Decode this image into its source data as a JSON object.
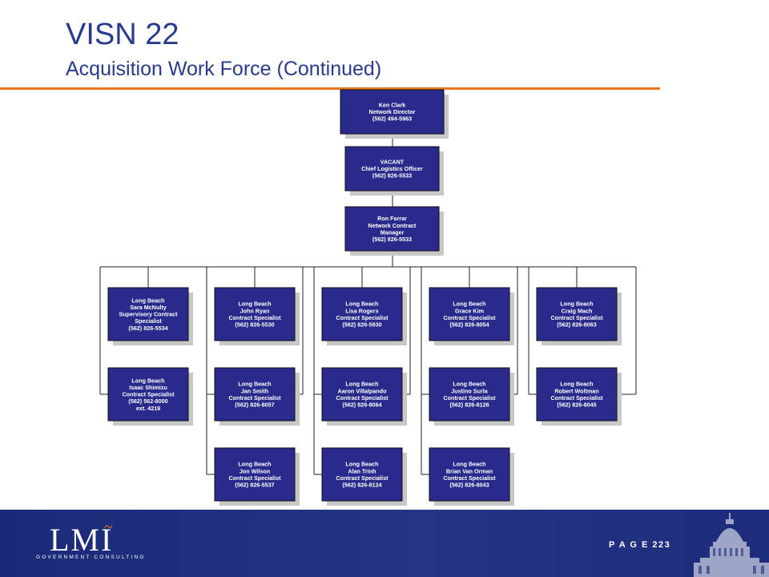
{
  "header": {
    "title": "VISN 22",
    "subtitle": "Acquisition Work Force (Continued)"
  },
  "org_chart": {
    "top": [
      {
        "id": "ken-clark",
        "lines": [
          "Ken Clark",
          "Network Director",
          "(562) 494-5963"
        ]
      },
      {
        "id": "vacant-clo",
        "lines": [
          "VACANT",
          "Chief Logistics Officer",
          "(562) 826-5533"
        ]
      },
      {
        "id": "ron-farrar",
        "lines": [
          "Ron Farrar",
          "Network Contract",
          "Manager",
          "(562) 826-5533"
        ]
      }
    ],
    "columns": [
      [
        {
          "id": "sara-mcnulty",
          "lines": [
            "Long Beach",
            "Sara McNulty",
            "Supervisory Contract",
            "Specialist",
            "(562) 826-5534"
          ]
        },
        {
          "id": "isaac-shimizu",
          "lines": [
            "Long Beach",
            "Isaac Shimizu",
            "Contract Specialist",
            "(562) 562-8000",
            "ext. 4219"
          ]
        }
      ],
      [
        {
          "id": "john-ryan",
          "lines": [
            "Long Beach",
            "John Ryan",
            "Contract Specialist",
            "(562) 826-5530"
          ]
        },
        {
          "id": "jan-smith",
          "lines": [
            "Long Beach",
            "Jan Smith",
            "Contract Specialist",
            "(562) 826-8057"
          ]
        },
        {
          "id": "jon-wilson",
          "lines": [
            "Long Beach",
            "Jon Wilson",
            "Contract Specialist",
            "(562) 826-5537"
          ]
        }
      ],
      [
        {
          "id": "lisa-rogers",
          "lines": [
            "Long Beach",
            "Lisa Rogers",
            "Contract Specialist",
            "(562) 826-5930"
          ]
        },
        {
          "id": "aaron-villalpando",
          "lines": [
            "Long Beach",
            "Aaron Villalpando",
            "Contract Specialist",
            "(562) 826-8064"
          ]
        },
        {
          "id": "alan-trinh",
          "lines": [
            "Long Beach",
            "Alan Trinh",
            "Contract Specialist",
            "(562) 826-8124"
          ]
        }
      ],
      [
        {
          "id": "grace-kim",
          "lines": [
            "Long Beach",
            "Grace Kim",
            "Contract Specialist",
            "(562) 826-8054"
          ]
        },
        {
          "id": "justino-surla",
          "lines": [
            "Long Beach",
            "Justino Surla",
            "Contract Specialist",
            "(562) 826-8126"
          ]
        },
        {
          "id": "brian-van-orman",
          "lines": [
            "Long Beach",
            "Brian Van Orman",
            "Contract Specialist",
            "(562) 826-8043"
          ]
        }
      ],
      [
        {
          "id": "craig-mach",
          "lines": [
            "Long Beach",
            "Craig Mach",
            "Contract Specialist",
            "(562) 826-8063"
          ]
        },
        {
          "id": "robert-woltman",
          "lines": [
            "Long Beach",
            "Robert Woltman",
            "Contract Specialist",
            "(562) 826-8045"
          ]
        }
      ]
    ],
    "colors": {
      "box_fill": "#2a2a8c",
      "shadow": "#c8c8c8",
      "line": "#222222"
    }
  },
  "footer": {
    "logo_text": "LMI",
    "logo_tagline": "GOVERNMENT CONSULTING",
    "page_number": "P A G E 223",
    "accent": "#e87722"
  }
}
